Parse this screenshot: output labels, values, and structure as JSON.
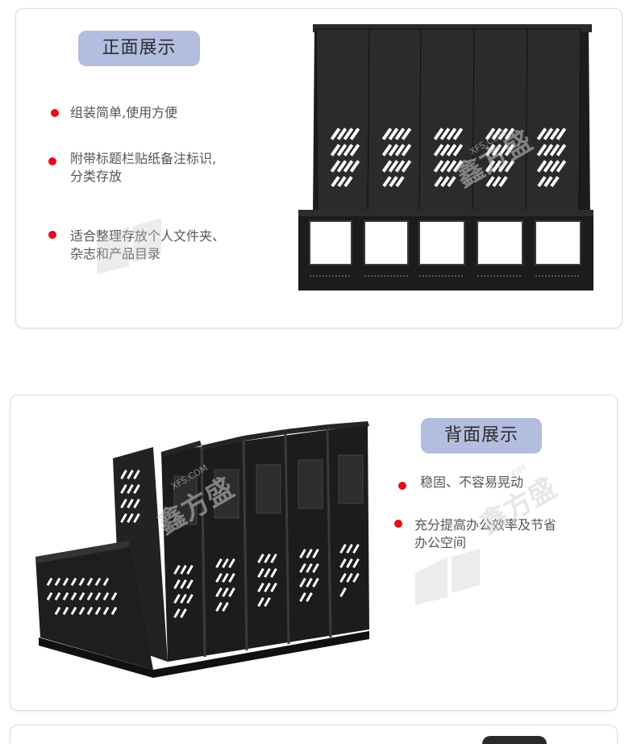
{
  "colors": {
    "pill_bg": "#b3bddf",
    "bullet": "#e30d1c",
    "product": "#1c1c1c",
    "watermark": "#c9c9c9"
  },
  "front": {
    "title": "正面展示",
    "features": [
      {
        "line1": "组装简单,使用方便",
        "line2": ""
      },
      {
        "line1": "附带标题栏贴纸备注标识,",
        "line2": "分类存放"
      },
      {
        "line1": "适合整理存放个人文件夹、",
        "line2": "杂志和产品目录"
      }
    ]
  },
  "back": {
    "title": "背面展示",
    "features": [
      {
        "line1": "稳固、不容易晃动",
        "line2": ""
      },
      {
        "line1": "充分提高办公效率及节省",
        "line2": "办公空间"
      }
    ]
  },
  "watermark": {
    "brand": "鑫方盛",
    "site": "XFS.COM"
  },
  "icons": [
    "bullet-dot-icon",
    "file-organizer-front-image",
    "file-organizer-back-image",
    "watermark-logo-icon"
  ]
}
